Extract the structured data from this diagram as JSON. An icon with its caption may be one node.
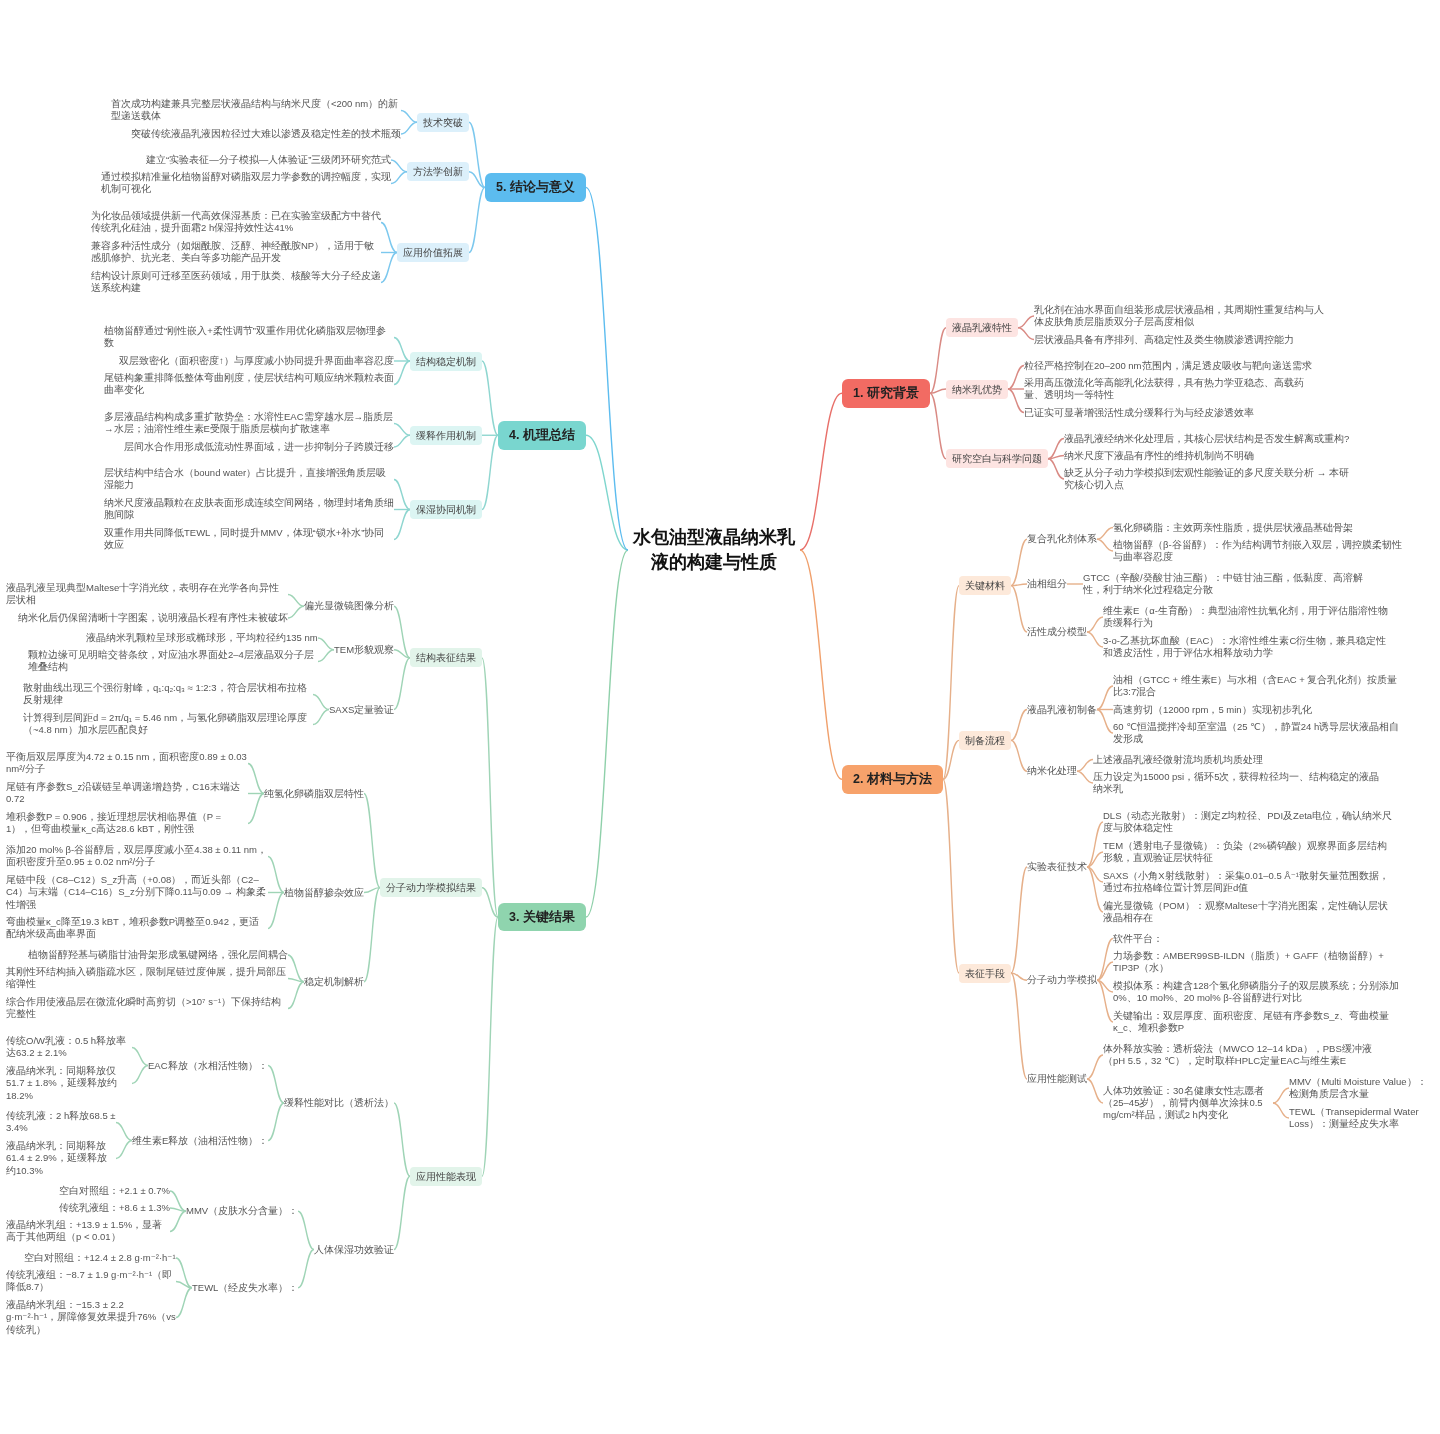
{
  "diagram": {
    "nodes": [
      {
        "text": [
          "水包油型液晶纳米乳液的构建与性质"
        ]
      },
      {
        "text": [
          "1. 研究背景"
        ]
      },
      {
        "text": [
          "液晶乳液特性"
        ]
      },
      {
        "text": [
          "乳化剂在油水界面自组装形成层状液晶相，其周期性重复结构与人体皮肤角质层脂质双分子层高度相似"
        ]
      },
      {
        "text": [
          "层状液晶具备有序排列、高稳定性及类生物膜渗透调控能力"
        ]
      },
      {
        "text": [
          "纳米乳优势"
        ]
      },
      {
        "text": [
          "粒径严格控制在20–200 nm范围内，满足透皮吸收与靶向递送需求"
        ]
      },
      {
        "text": [
          "采用高压微流化等高能乳化法获得，具有热力学亚稳态、高载药量、透明均一等特性"
        ]
      },
      {
        "text": [
          "已证实可显著增强活性成分缓释行为与经皮渗透效率"
        ]
      },
      {
        "text": [
          "研究空白与科学问题"
        ]
      },
      {
        "text": [
          "液晶乳液经纳米化处理后，其核心层状结构是否发生解离或重构?"
        ]
      },
      {
        "text": [
          "纳米尺度下液晶有序性的维持机制尚不明确"
        ]
      },
      {
        "text": [
          "缺乏从分子动力学模拟到宏观性能验证的多尺度关联分析 → 本研究核心切入点"
        ]
      },
      {
        "text": [
          "2. 材料与方法"
        ]
      },
      {
        "text": [
          "关键材料"
        ]
      },
      {
        "text": [
          "复合乳化剂体系"
        ]
      },
      {
        "text": [
          "氢化卵磷脂：主效两亲性脂质，提供层状液晶基础骨架"
        ]
      },
      {
        "text": [
          "植物甾醇（β-谷甾醇）：作为结构调节剂嵌入双层，调控膜柔韧性与曲率容忍度"
        ]
      },
      {
        "text": [
          "油相组分"
        ]
      },
      {
        "text": [
          "GTCC（辛酸/癸酸甘油三酯）：中链甘油三酯，低黏度、高溶解性，利于纳米化过程稳定分散"
        ]
      },
      {
        "text": [
          "活性成分模型"
        ]
      },
      {
        "text": [
          "维生素E（α-生育酚）：典型油溶性抗氧化剂，用于评估脂溶性物质缓释行为"
        ]
      },
      {
        "text": [
          "3-o-乙基抗坏血酸（EAC）：水溶性维生素C衍生物，兼具稳定性和透皮活性，用于评估水相释放动力学"
        ]
      },
      {
        "text": [
          "制备流程"
        ]
      },
      {
        "text": [
          "液晶乳液初制备"
        ]
      },
      {
        "text": [
          "油相（GTCC + 维生素E）与水相（含EAC + 复合乳化剂）按质量比3:7混合"
        ]
      },
      {
        "text": [
          "高速剪切（12000 rpm，5 min）实现初步乳化"
        ]
      },
      {
        "text": [
          "60 ℃恒温搅拌冷却至室温（25 ℃），静置24 h诱导层状液晶相自发形成"
        ]
      },
      {
        "text": [
          "纳米化处理"
        ]
      },
      {
        "text": [
          "上述液晶乳液经微射流均质机均质处理"
        ]
      },
      {
        "text": [
          "压力设定为15000 psi，循环5次，获得粒径均一、结构稳定的液晶纳米乳"
        ]
      },
      {
        "text": [
          "表征手段"
        ]
      },
      {
        "text": [
          "实验表征技术"
        ]
      },
      {
        "text": [
          "DLS（动态光散射）：测定Z均粒径、PDI及Zeta电位，确认纳米尺度与胶体稳定性"
        ]
      },
      {
        "text": [
          "TEM（透射电子显微镜）：负染（2%磷钨酸）观察界面多层结构形貌，直观验证层状特征"
        ]
      },
      {
        "text": [
          "SAXS（小角X射线散射）：采集0.01–0.5 Å⁻¹散射矢量范围数据，通过布拉格峰位置计算层间距d值"
        ]
      },
      {
        "text": [
          "偏光显微镜（POM）：观察Maltese十字消光图案，定性确认层状液晶相存在"
        ]
      },
      {
        "text": [
          "分子动力学模拟"
        ]
      },
      {
        "text": [
          "软件平台："
        ]
      },
      {
        "text": [
          "力场参数：AMBER99SB-ILDN（脂质）+ GAFF（植物甾醇）+ TIP3P（水）"
        ]
      },
      {
        "text": [
          "模拟体系：构建含128个氢化卵磷脂分子的双层膜系统；分别添加0%、10 mol%、20 mol% β-谷甾醇进行对比"
        ]
      },
      {
        "text": [
          "关键输出：双层厚度、面积密度、尾链有序参数S_z、弯曲模量κ_c、堆积参数P"
        ]
      },
      {
        "text": [
          "应用性能测试"
        ]
      },
      {
        "text": [
          "体外释放实验：透析袋法（MWCO 12–14 kDa），PBS缓冲液（pH 5.5，32 ℃），定时取样HPLC定量EAC与维生素E"
        ]
      },
      {
        "text": [
          "人体功效验证：30名健康女性志愿者（25–45岁），前臂内侧单次涂抹0.5 mg/cm²样品，测试2 h内变化"
        ]
      },
      {
        "text": [
          "MMV（Multi Moisture Value）：检测角质层含水量"
        ]
      },
      {
        "text": [
          "TEWL（Transepidermal Water Loss）：测量经皮失水率"
        ]
      },
      {
        "text": [
          "3. 关键结果"
        ]
      },
      {
        "text": [
          "结构表征结果"
        ]
      },
      {
        "text": [
          "偏光显微镜图像分析"
        ]
      },
      {
        "text": [
          "液晶乳液呈现典型Maltese十字消光纹，表明存在光学各向异性层状相"
        ]
      },
      {
        "text": [
          "纳米化后仍保留清晰十字图案，说明液晶长程有序性未被破坏"
        ]
      },
      {
        "text": [
          "TEM形貌观察"
        ]
      },
      {
        "text": [
          "液晶纳米乳颗粒呈球形或椭球形，平均粒径约135 nm"
        ]
      },
      {
        "text": [
          "颗粒边缘可见明暗交替条纹，对应油水界面处2–4层液晶双分子层堆叠结构"
        ]
      },
      {
        "text": [
          "SAXS定量验证"
        ]
      },
      {
        "text": [
          "散射曲线出现三个强衍射峰，q₁:q₂:q₃ ≈ 1:2:3，符合层状相布拉格反射规律"
        ]
      },
      {
        "text": [
          "计算得到层间距d = 2π/q₁ = 5.46 nm，与氢化卵磷脂双层理论厚度（~4.8 nm）加水层匹配良好"
        ]
      },
      {
        "text": [
          "分子动力学模拟结果"
        ]
      },
      {
        "text": [
          "纯氢化卵磷脂双层特性"
        ]
      },
      {
        "text": [
          "平衡后双层厚度为4.72 ± 0.15 nm，面积密度0.89 ± 0.03 nm²/分子"
        ]
      },
      {
        "text": [
          "尾链有序参数S_z沿碳链呈单调递增趋势，C16末端达0.72"
        ]
      },
      {
        "text": [
          "堆积参数P = 0.906，接近理想层状相临界值（P = 1），但弯曲模量κ_c高达28.6 kBT，刚性强"
        ]
      },
      {
        "text": [
          "植物甾醇掺杂效应"
        ]
      },
      {
        "text": [
          "添加20 mol% β-谷甾醇后，双层厚度减小至4.38 ± 0.11 nm，面积密度升至0.95 ± 0.02 nm²/分子"
        ]
      },
      {
        "text": [
          "尾链中段（C8–C12）S_z升高（+0.08），而近头部（C2–C4）与末端（C14–C16）S_z分别下降0.11与0.09 → 构象柔性增强"
        ]
      },
      {
        "text": [
          "弯曲模量κ_c降至19.3 kBT，堆积参数P调整至0.942，更适配纳米级高曲率界面"
        ]
      },
      {
        "text": [
          "稳定机制解析"
        ]
      },
      {
        "text": [
          "植物甾醇羟基与磷脂甘油骨架形成氢键网络，强化层间耦合"
        ]
      },
      {
        "text": [
          "其刚性环结构插入磷脂疏水区，限制尾链过度伸展，提升局部压缩弹性"
        ]
      },
      {
        "text": [
          "综合作用使液晶层在微流化瞬时高剪切（>10⁷ s⁻¹）下保持结构完整性"
        ]
      },
      {
        "text": [
          "应用性能表现"
        ]
      },
      {
        "text": [
          "缓释性能对比（透析法）"
        ]
      },
      {
        "text": [
          "EAC释放（水相活性物）："
        ]
      },
      {
        "text": [
          "传统O/W乳液：0.5 h释放率达63.2 ± 2.1%"
        ]
      },
      {
        "text": [
          "液晶纳米乳：同期释放仅51.7 ± 1.8%，延缓释放约18.2%"
        ]
      },
      {
        "text": [
          "维生素E释放（油相活性物）："
        ]
      },
      {
        "text": [
          "传统乳液：2 h释放68.5 ± 3.4%"
        ]
      },
      {
        "text": [
          "液晶纳米乳：同期释放61.4 ± 2.9%，延缓释放约10.3%"
        ]
      },
      {
        "text": [
          "人体保湿功效验证"
        ]
      },
      {
        "text": [
          "MMV（皮肤水分含量）："
        ]
      },
      {
        "text": [
          "空白对照组：+2.1 ± 0.7%"
        ]
      },
      {
        "text": [
          "传统乳液组：+8.6 ± 1.3%"
        ]
      },
      {
        "text": [
          "液晶纳米乳组：+13.9 ± 1.5%，显著高于其他两组（p < 0.01）"
        ]
      },
      {
        "text": [
          "TEWL（经皮失水率）："
        ]
      },
      {
        "text": [
          "空白对照组：+12.4 ± 2.8 g·m⁻²·h⁻¹"
        ]
      },
      {
        "text": [
          "传统乳液组：−8.7 ± 1.9 g·m⁻²·h⁻¹（即降低8.7）"
        ]
      },
      {
        "text": [
          "液晶纳米乳组：−15.3 ± 2.2 g·m⁻²·h⁻¹，屏障修复效果提升76%（vs传统乳）"
        ]
      },
      {
        "text": [
          "4. 机理总结"
        ]
      },
      {
        "text": [
          "结构稳定机制"
        ]
      },
      {
        "text": [
          "植物甾醇通过“刚性嵌入+柔性调节”双重作用优化磷脂双层物理参数"
        ]
      },
      {
        "text": [
          "双层致密化（面积密度↑）与厚度减小协同提升界面曲率容忍度"
        ]
      },
      {
        "text": [
          "尾链构象重排降低整体弯曲刚度，使层状结构可顺应纳米颗粒表面曲率变化"
        ]
      },
      {
        "text": [
          "缓释作用机制"
        ]
      },
      {
        "text": [
          "多层液晶结构构成多重扩散势垒：水溶性EAC需穿越水层→脂质层→水层；油溶性维生素E受限于脂质层横向扩散速率"
        ]
      },
      {
        "text": [
          "层间水合作用形成低流动性界面域，进一步抑制分子跨膜迁移"
        ]
      },
      {
        "text": [
          "保湿协同机制"
        ]
      },
      {
        "text": [
          "层状结构中结合水（bound water）占比提升，直接增强角质层吸湿能力"
        ]
      },
      {
        "text": [
          "纳米尺度液晶颗粒在皮肤表面形成连续空间网络，物理封堵角质细胞间隙"
        ]
      },
      {
        "text": [
          "双重作用共同降低TEWL，同时提升MMV，体现“锁水+补水”协同效应"
        ]
      },
      {
        "text": [
          "5. 结论与意义"
        ]
      },
      {
        "text": [
          "技术突破"
        ]
      },
      {
        "text": [
          "首次成功构建兼具完整层状液晶结构与纳米尺度（<200 nm）的新型递送载体"
        ]
      },
      {
        "text": [
          "突破传统液晶乳液因粒径过大难以渗透及稳定性差的技术瓶颈"
        ]
      },
      {
        "text": [
          "方法学创新"
        ]
      },
      {
        "text": [
          "建立“实验表征—分子模拟—人体验证”三级闭环研究范式"
        ]
      },
      {
        "text": [
          "通过模拟精准量化植物甾醇对磷脂双层力学参数的调控幅度，实现机制可视化"
        ]
      },
      {
        "text": [
          "应用价值拓展"
        ]
      },
      {
        "text": [
          "为化妆品领域提供新一代高效保湿基质：已在实验室级配方中替代传统乳化硅油，提升面霜2 h保湿持效性达41%"
        ]
      },
      {
        "text": [
          "兼容多种活性成分（如烟酰胺、泛醇、神经酰胺NP），适用于敏感肌修护、抗光老、美白等多功能产品开发"
        ]
      },
      {
        "text": [
          "结构设计原则可迁移至医药领域，用于肽类、核酸等大分子经皮递送系统构建"
        ]
      }
    ],
    "edges": [
      {
        "from": 0,
        "to": 1,
        "arrow": "none",
        "color": "#e8706a"
      },
      {
        "from": 1,
        "to": 2,
        "arrow": "none",
        "color": "#d98a84"
      },
      {
        "from": 2,
        "to": 3,
        "arrow": "none",
        "color": "#d98a84"
      },
      {
        "from": 2,
        "to": 4,
        "arrow": "none",
        "color": "#d98a84"
      },
      {
        "from": 1,
        "to": 5,
        "arrow": "none",
        "color": "#d98a84"
      },
      {
        "from": 5,
        "to": 6,
        "arrow": "none",
        "color": "#d98a84"
      },
      {
        "from": 5,
        "to": 7,
        "arrow": "none",
        "color": "#d98a84"
      },
      {
        "from": 5,
        "to": 8,
        "arrow": "none",
        "color": "#d98a84"
      },
      {
        "from": 1,
        "to": 9,
        "arrow": "none",
        "color": "#d98a84"
      },
      {
        "from": 9,
        "to": 10,
        "arrow": "none",
        "color": "#d98a84"
      },
      {
        "from": 9,
        "to": 11,
        "arrow": "none",
        "color": "#d98a84"
      },
      {
        "from": 9,
        "to": 12,
        "arrow": "none",
        "color": "#d98a84"
      },
      {
        "from": 0,
        "to": 13,
        "arrow": "none",
        "color": "#f0a06c"
      },
      {
        "from": 13,
        "to": 14,
        "arrow": "none",
        "color": "#e6b08a"
      },
      {
        "from": 14,
        "to": 15,
        "arrow": "none",
        "color": "#e6b08a"
      },
      {
        "from": 15,
        "to": 16,
        "arrow": "none",
        "color": "#e6b08a"
      },
      {
        "from": 15,
        "to": 17,
        "arrow": "none",
        "color": "#e6b08a"
      },
      {
        "from": 14,
        "to": 18,
        "arrow": "none",
        "color": "#e6b08a"
      },
      {
        "from": 18,
        "to": 19,
        "arrow": "none",
        "color": "#e6b08a"
      },
      {
        "from": 14,
        "to": 20,
        "arrow": "none",
        "color": "#e6b08a"
      },
      {
        "from": 20,
        "to": 21,
        "arrow": "none",
        "color": "#e6b08a"
      },
      {
        "from": 20,
        "to": 22,
        "arrow": "none",
        "color": "#e6b08a"
      },
      {
        "from": 13,
        "to": 23,
        "arrow": "none",
        "color": "#e6b08a"
      },
      {
        "from": 23,
        "to": 24,
        "arrow": "none",
        "color": "#e6b08a"
      },
      {
        "from": 24,
        "to": 25,
        "arrow": "none",
        "color": "#e6b08a"
      },
      {
        "from": 24,
        "to": 26,
        "arrow": "none",
        "color": "#e6b08a"
      },
      {
        "from": 24,
        "to": 27,
        "arrow": "none",
        "color": "#e6b08a"
      },
      {
        "from": 23,
        "to": 28,
        "arrow": "none",
        "color": "#e6b08a"
      },
      {
        "from": 28,
        "to": 29,
        "arrow": "none",
        "color": "#e6b08a"
      },
      {
        "from": 28,
        "to": 30,
        "arrow": "none",
        "color": "#e6b08a"
      },
      {
        "from": 13,
        "to": 31,
        "arrow": "none",
        "color": "#e6b08a"
      },
      {
        "from": 31,
        "to": 32,
        "arrow": "none",
        "color": "#e6b08a"
      },
      {
        "from": 32,
        "to": 33,
        "arrow": "none",
        "color": "#e6b08a"
      },
      {
        "from": 32,
        "to": 34,
        "arrow": "none",
        "color": "#e6b08a"
      },
      {
        "from": 32,
        "to": 35,
        "arrow": "none",
        "color": "#e6b08a"
      },
      {
        "from": 32,
        "to": 36,
        "arrow": "none",
        "color": "#e6b08a"
      },
      {
        "from": 31,
        "to": 37,
        "arrow": "none",
        "color": "#e6b08a"
      },
      {
        "from": 37,
        "to": 38,
        "arrow": "none",
        "color": "#e6b08a"
      },
      {
        "from": 37,
        "to": 39,
        "arrow": "none",
        "color": "#e6b08a"
      },
      {
        "from": 37,
        "to": 40,
        "arrow": "none",
        "color": "#e6b08a"
      },
      {
        "from": 37,
        "to": 41,
        "arrow": "none",
        "color": "#e6b08a"
      },
      {
        "from": 31,
        "to": 42,
        "arrow": "none",
        "color": "#e6b08a"
      },
      {
        "from": 42,
        "to": 43,
        "arrow": "none",
        "color": "#e6b08a"
      },
      {
        "from": 42,
        "to": 44,
        "arrow": "none",
        "color": "#e6b08a"
      },
      {
        "from": 44,
        "to": 45,
        "arrow": "none",
        "color": "#e6b08a"
      },
      {
        "from": 44,
        "to": 46,
        "arrow": "none",
        "color": "#e6b08a"
      },
      {
        "from": 47,
        "to": 0,
        "arrow": "none",
        "color": "#8fd0aa"
      },
      {
        "from": 48,
        "to": 47,
        "arrow": "none",
        "color": "#9fd4b6"
      },
      {
        "from": 49,
        "to": 48,
        "arrow": "none",
        "color": "#9fd4b6"
      },
      {
        "from": 50,
        "to": 49,
        "arrow": "none",
        "color": "#9fd4b6"
      },
      {
        "from": 51,
        "to": 49,
        "arrow": "none",
        "color": "#9fd4b6"
      },
      {
        "from": 52,
        "to": 48,
        "arrow": "none",
        "color": "#9fd4b6"
      },
      {
        "from": 53,
        "to": 52,
        "arrow": "none",
        "color": "#9fd4b6"
      },
      {
        "from": 54,
        "to": 52,
        "arrow": "none",
        "color": "#9fd4b6"
      },
      {
        "from": 55,
        "to": 48,
        "arrow": "none",
        "color": "#9fd4b6"
      },
      {
        "from": 56,
        "to": 55,
        "arrow": "none",
        "color": "#9fd4b6"
      },
      {
        "from": 57,
        "to": 55,
        "arrow": "none",
        "color": "#9fd4b6"
      },
      {
        "from": 58,
        "to": 47,
        "arrow": "none",
        "color": "#9fd4b6"
      },
      {
        "from": 59,
        "to": 58,
        "arrow": "none",
        "color": "#9fd4b6"
      },
      {
        "from": 60,
        "to": 59,
        "arrow": "none",
        "color": "#9fd4b6"
      },
      {
        "from": 61,
        "to": 59,
        "arrow": "none",
        "color": "#9fd4b6"
      },
      {
        "from": 62,
        "to": 59,
        "arrow": "none",
        "color": "#9fd4b6"
      },
      {
        "from": 63,
        "to": 58,
        "arrow": "none",
        "color": "#9fd4b6"
      },
      {
        "from": 64,
        "to": 63,
        "arrow": "none",
        "color": "#9fd4b6"
      },
      {
        "from": 65,
        "to": 63,
        "arrow": "none",
        "color": "#9fd4b6"
      },
      {
        "from": 66,
        "to": 63,
        "arrow": "none",
        "color": "#9fd4b6"
      },
      {
        "from": 67,
        "to": 58,
        "arrow": "none",
        "color": "#9fd4b6"
      },
      {
        "from": 68,
        "to": 67,
        "arrow": "none",
        "color": "#9fd4b6"
      },
      {
        "from": 69,
        "to": 67,
        "arrow": "none",
        "color": "#9fd4b6"
      },
      {
        "from": 70,
        "to": 67,
        "arrow": "none",
        "color": "#9fd4b6"
      },
      {
        "from": 71,
        "to": 47,
        "arrow": "none",
        "color": "#9fd4b6"
      },
      {
        "from": 72,
        "to": 71,
        "arrow": "none",
        "color": "#9fd4b6"
      },
      {
        "from": 73,
        "to": 72,
        "arrow": "none",
        "color": "#9fd4b6"
      },
      {
        "from": 74,
        "to": 73,
        "arrow": "none",
        "color": "#9fd4b6"
      },
      {
        "from": 75,
        "to": 73,
        "arrow": "none",
        "color": "#9fd4b6"
      },
      {
        "from": 76,
        "to": 72,
        "arrow": "none",
        "color": "#9fd4b6"
      },
      {
        "from": 77,
        "to": 76,
        "arrow": "none",
        "color": "#9fd4b6"
      },
      {
        "from": 78,
        "to": 76,
        "arrow": "none",
        "color": "#9fd4b6"
      },
      {
        "from": 79,
        "to": 71,
        "arrow": "none",
        "color": "#9fd4b6"
      },
      {
        "from": 80,
        "to": 79,
        "arrow": "none",
        "color": "#9fd4b6"
      },
      {
        "from": 81,
        "to": 80,
        "arrow": "none",
        "color": "#9fd4b6"
      },
      {
        "from": 82,
        "to": 80,
        "arrow": "none",
        "color": "#9fd4b6"
      },
      {
        "from": 83,
        "to": 80,
        "arrow": "none",
        "color": "#9fd4b6"
      },
      {
        "from": 84,
        "to": 79,
        "arrow": "none",
        "color": "#9fd4b6"
      },
      {
        "from": 85,
        "to": 84,
        "arrow": "none",
        "color": "#9fd4b6"
      },
      {
        "from": 86,
        "to": 84,
        "arrow": "none",
        "color": "#9fd4b6"
      },
      {
        "from": 87,
        "to": 84,
        "arrow": "none",
        "color": "#9fd4b6"
      },
      {
        "from": 88,
        "to": 0,
        "arrow": "none",
        "color": "#7fd6ce"
      },
      {
        "from": 89,
        "to": 88,
        "arrow": "none",
        "color": "#8fd6d0"
      },
      {
        "from": 90,
        "to": 89,
        "arrow": "none",
        "color": "#8fd6d0"
      },
      {
        "from": 91,
        "to": 89,
        "arrow": "none",
        "color": "#8fd6d0"
      },
      {
        "from": 92,
        "to": 89,
        "arrow": "none",
        "color": "#8fd6d0"
      },
      {
        "from": 93,
        "to": 88,
        "arrow": "none",
        "color": "#8fd6d0"
      },
      {
        "from": 94,
        "to": 93,
        "arrow": "none",
        "color": "#8fd6d0"
      },
      {
        "from": 95,
        "to": 93,
        "arrow": "none",
        "color": "#8fd6d0"
      },
      {
        "from": 96,
        "to": 88,
        "arrow": "none",
        "color": "#8fd6d0"
      },
      {
        "from": 97,
        "to": 96,
        "arrow": "none",
        "color": "#8fd6d0"
      },
      {
        "from": 98,
        "to": 96,
        "arrow": "none",
        "color": "#8fd6d0"
      },
      {
        "from": 99,
        "to": 96,
        "arrow": "none",
        "color": "#8fd6d0"
      },
      {
        "from": 100,
        "to": 0,
        "arrow": "none",
        "color": "#5cbcef"
      },
      {
        "from": 101,
        "to": 100,
        "arrow": "none",
        "color": "#7cc8ee"
      },
      {
        "from": 102,
        "to": 101,
        "arrow": "none",
        "color": "#7cc8ee"
      },
      {
        "from": 103,
        "to": 101,
        "arrow": "none",
        "color": "#7cc8ee"
      },
      {
        "from": 104,
        "to": 100,
        "arrow": "none",
        "color": "#7cc8ee"
      },
      {
        "from": 105,
        "to": 104,
        "arrow": "none",
        "color": "#7cc8ee"
      },
      {
        "from": 106,
        "to": 104,
        "arrow": "none",
        "color": "#7cc8ee"
      },
      {
        "from": 107,
        "to": 100,
        "arrow": "none",
        "color": "#7cc8ee"
      },
      {
        "from": 108,
        "to": 107,
        "arrow": "none",
        "color": "#7cc8ee"
      },
      {
        "from": 109,
        "to": 107,
        "arrow": "none",
        "color": "#7cc8ee"
      },
      {
        "from": 110,
        "to": 107,
        "arrow": "none",
        "color": "#7cc8ee"
      }
    ]
  }
}
